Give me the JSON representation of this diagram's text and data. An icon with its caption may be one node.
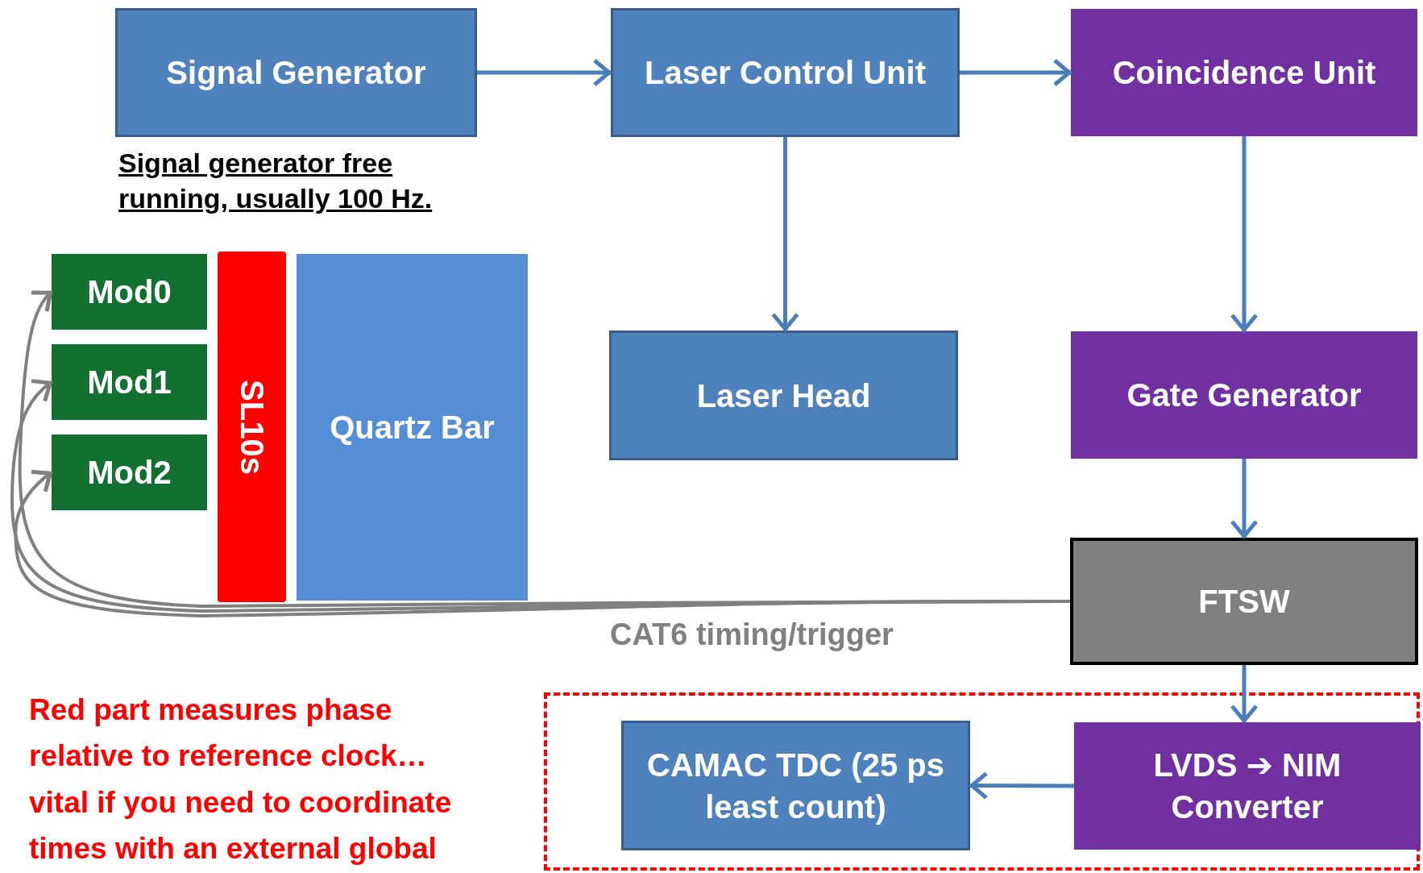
{
  "diagram": {
    "nodes": [
      {
        "text": [
          "Signal Generator"
        ]
      },
      {
        "text": [
          "Laser Control Unit"
        ]
      },
      {
        "text": [
          "Coincidence Unit"
        ]
      },
      {
        "text": [
          "Mod0"
        ]
      },
      {
        "text": [
          "Mod1"
        ]
      },
      {
        "text": [
          "Mod2"
        ]
      },
      {
        "text": [
          "SL10s"
        ]
      },
      {
        "text": [
          "Quartz Bar"
        ]
      },
      {
        "text": [
          "Laser Head"
        ]
      },
      {
        "text": [
          "Gate Generator"
        ]
      },
      {
        "text": [
          "FTSW"
        ]
      },
      {
        "text": [],
        "shape": "box"
      },
      {
        "text": [
          "CAMAC TDC (25 ps least count)"
        ],
        "in": 11
      },
      {
        "text": [
          "LVDS ➔ NIM Converter"
        ],
        "in": 11
      }
    ],
    "edges": [
      {
        "from": 0,
        "to": 1,
        "arrow": "to"
      },
      {
        "from": 1,
        "to": 2,
        "arrow": "to"
      },
      {
        "from": 1,
        "to": 8,
        "arrow": "to"
      },
      {
        "from": 2,
        "to": 9,
        "arrow": "to"
      },
      {
        "from": 9,
        "to": 10,
        "arrow": "to"
      },
      {
        "from": 10,
        "to": 13,
        "arrow": "to"
      },
      {
        "from": 13,
        "to": 12,
        "arrow": "to"
      },
      {
        "from": 10,
        "to": 3,
        "arrow": "to",
        "color": "#808080"
      },
      {
        "from": 10,
        "to": 4,
        "arrow": "to",
        "color": "#808080"
      },
      {
        "from": 10,
        "to": 5,
        "arrow": "to",
        "color": "#808080"
      }
    ],
    "labels": [
      "Signal generator free running, usually 100 Hz.",
      "CAT6 timing/trigger",
      "Red part measures phase relative to reference clock… vital if you need to coordinate times with an external global"
    ]
  }
}
